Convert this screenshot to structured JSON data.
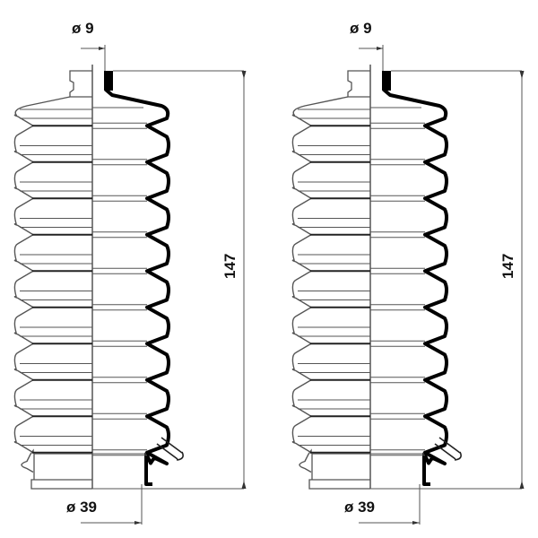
{
  "drawings": [
    {
      "top_diameter_label": "ø 9",
      "length_label": "147",
      "bottom_diameter_label": "ø 39"
    },
    {
      "top_diameter_label": "ø 9",
      "length_label": "147",
      "bottom_diameter_label": "ø 39"
    }
  ],
  "colors": {
    "line": "#111111",
    "thin": "#555555",
    "background": "#ffffff"
  }
}
